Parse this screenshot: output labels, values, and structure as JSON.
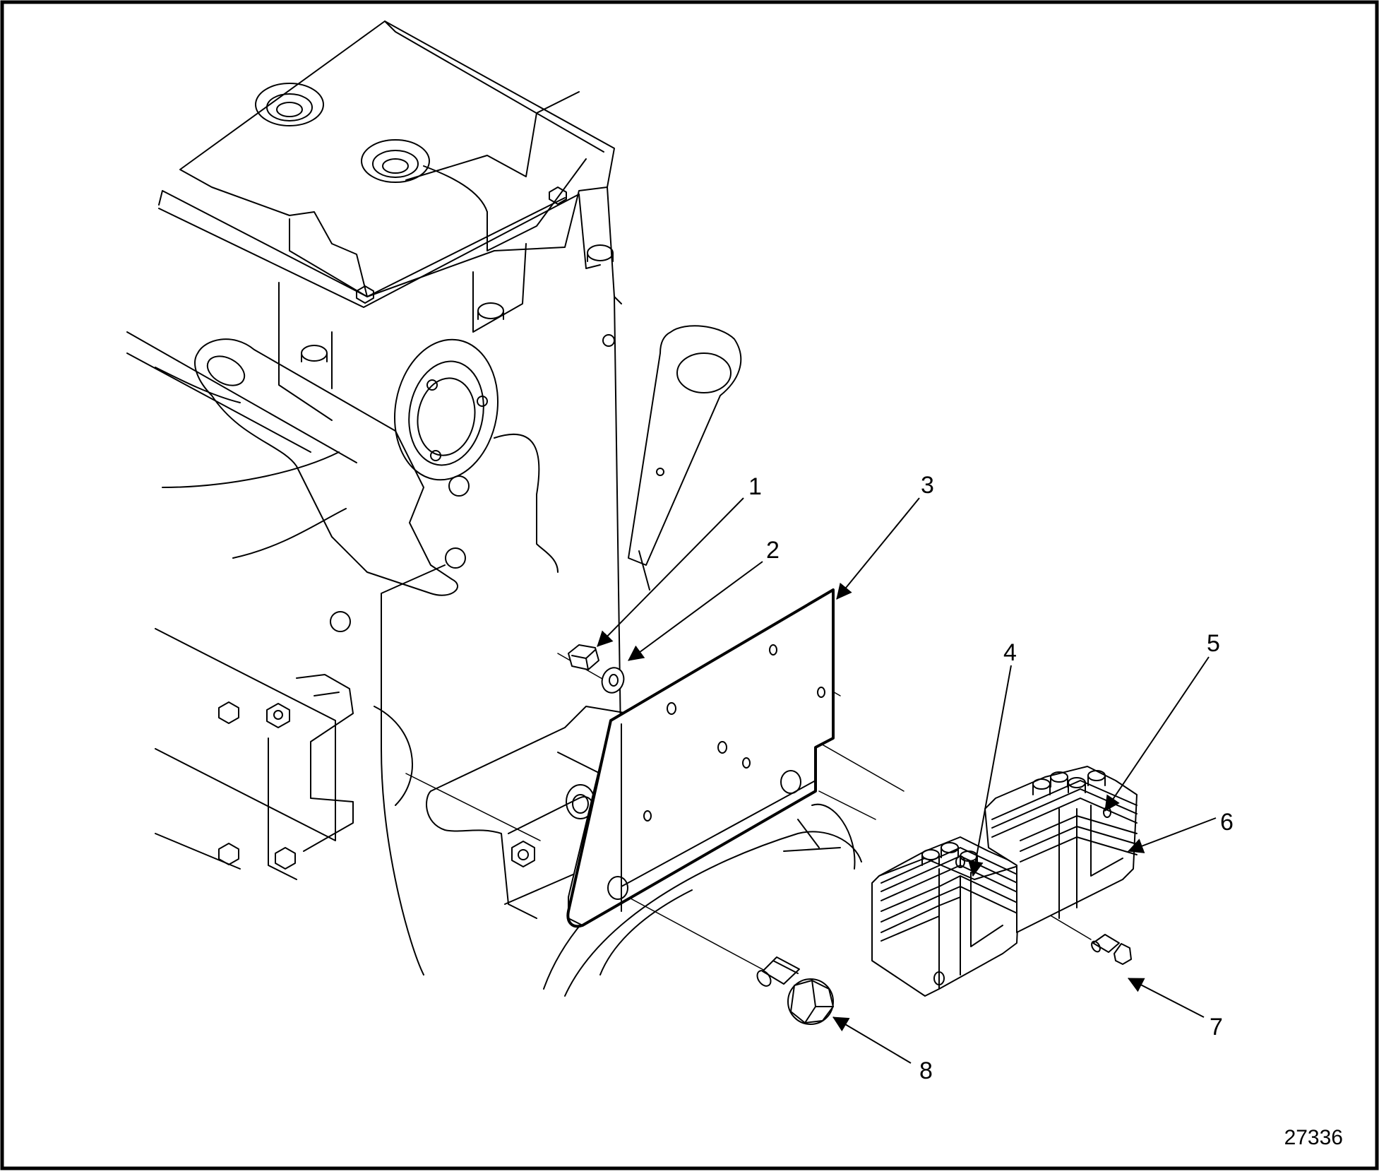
{
  "figure": {
    "figure_number": "27336",
    "callouts": [
      {
        "id": 1,
        "label": "1"
      },
      {
        "id": 2,
        "label": "2"
      },
      {
        "id": 3,
        "label": "3"
      },
      {
        "id": 4,
        "label": "4"
      },
      {
        "id": 5,
        "label": "5"
      },
      {
        "id": 6,
        "label": "6"
      },
      {
        "id": 7,
        "label": "7"
      },
      {
        "id": 8,
        "label": "8"
      }
    ]
  },
  "colors": {
    "line": "#000000",
    "background": "#ffffff"
  }
}
